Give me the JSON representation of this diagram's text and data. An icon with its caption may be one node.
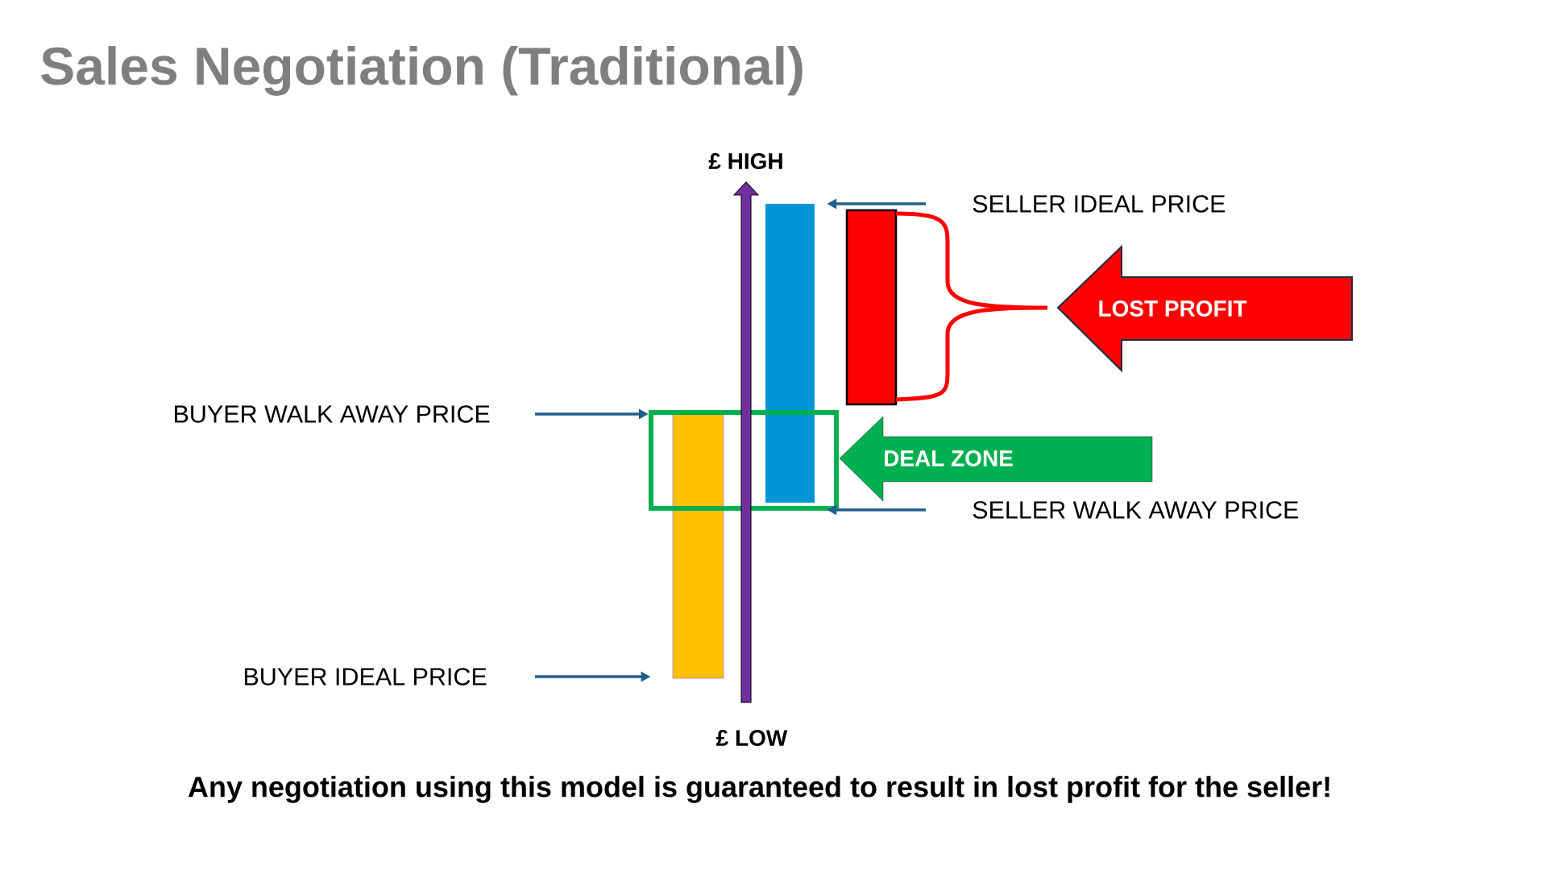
{
  "diagram": {
    "title": "Sales Negotiation (Traditional)",
    "caption": "Any negotiation using this model is guaranteed to result in lost profit for the seller!",
    "nodes": [
      {
        "text": [
          "BUYER WALK AWAY PRICE"
        ]
      },
      {
        "text": [
          "BUYER IDEAL PRICE"
        ]
      },
      {
        "text": [],
        "shape": "bar"
      },
      {
        "text": [],
        "shape": "bar"
      },
      {
        "text": [
          "SELLER IDEAL PRICE"
        ]
      },
      {
        "text": [
          "SELLER WALK AWAY PRICE"
        ]
      },
      {
        "text": [],
        "shape": "bar"
      },
      {
        "text": [],
        "shape": "box"
      },
      {
        "text": [
          "LOST PROFIT"
        ]
      },
      {
        "text": [
          "DEAL ZONE"
        ]
      }
    ],
    "edges": [
      {
        "from": 4,
        "to": 3,
        "arrow": "to"
      },
      {
        "from": 5,
        "to": 3,
        "arrow": "to"
      },
      {
        "from": 0,
        "to": 7,
        "arrow": "to"
      },
      {
        "from": 1,
        "to": 2,
        "arrow": "to"
      }
    ],
    "labels": [
      "£ HIGH",
      "£ LOW"
    ]
  }
}
